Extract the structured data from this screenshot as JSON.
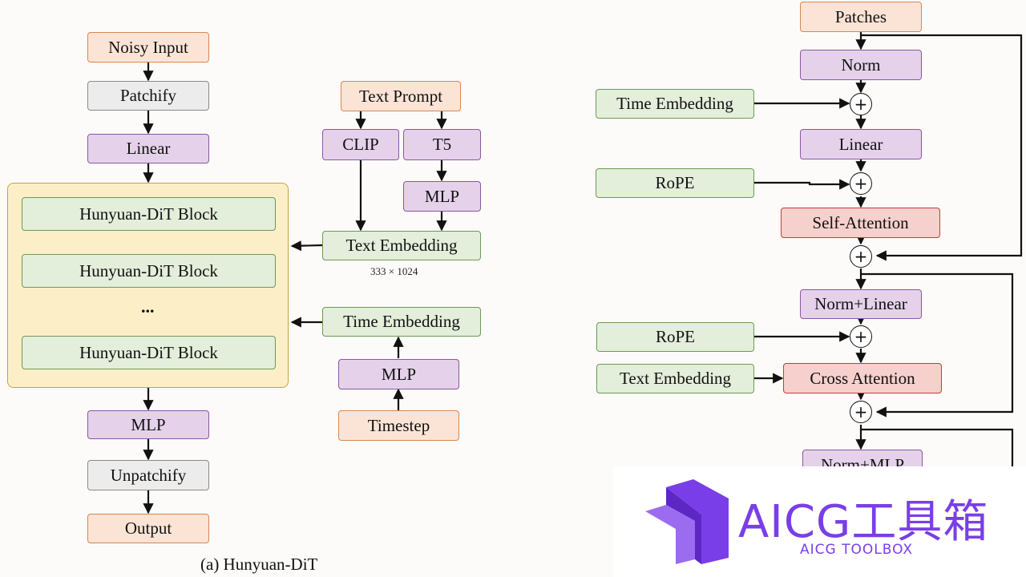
{
  "left_panel": {
    "noisy_input": "Noisy Input",
    "patchify": "Patchify",
    "linear": "Linear",
    "blocks": [
      "Hunyuan-DiT Block",
      "Hunyuan-DiT Block",
      "Hunyuan-DiT Block"
    ],
    "ellipsis": "...",
    "mlp": "MLP",
    "unpatchify": "Unpatchify",
    "output": "Output",
    "text_prompt": "Text Prompt",
    "clip": "CLIP",
    "t5": "T5",
    "t5_mlp": "MLP",
    "text_embedding": "Text Embedding",
    "text_embedding_dim": "333 × 1024",
    "time_embedding": "Time Embedding",
    "time_mlp": "MLP",
    "timestep": "Timestep",
    "caption": "(a) Hunyuan-DiT"
  },
  "right_panel": {
    "patches": "Patches",
    "norm": "Norm",
    "time_embedding": "Time Embedding",
    "linear": "Linear",
    "rope_1": "RoPE",
    "self_attention": "Self-Attention",
    "norm_linear": "Norm+Linear",
    "rope_2": "RoPE",
    "text_embedding": "Text Embedding",
    "cross_attention": "Cross Attention",
    "norm_mlp": "Norm+MLP",
    "plus_symbol": "+"
  },
  "watermark": {
    "title": "AICG工具箱",
    "subtitle": "AICG TOOLBOX",
    "color": "#7a3ee8"
  },
  "colors": {
    "orange": "#fbe4d6",
    "gray": "#ececec",
    "purple": "#e5d2ea",
    "green": "#e3eedb",
    "red": "#f6d0cd",
    "container": "#fcefc8"
  }
}
